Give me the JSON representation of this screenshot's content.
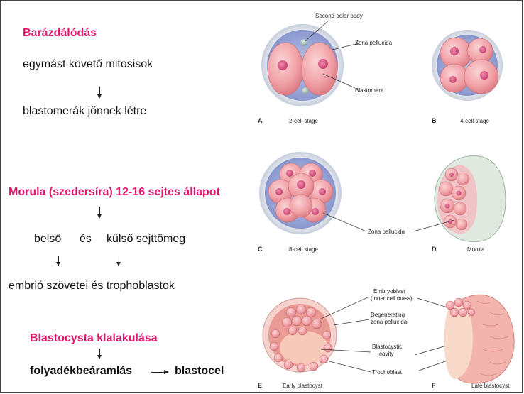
{
  "left": {
    "heading1": "Barázdálódás",
    "line1": "egymást követő mitosisok",
    "line2": "blastomerák jönnek létre",
    "heading2": "Morula  (szedersíra) 12-16 sejtes állapot",
    "inner": "belső",
    "and": "és",
    "outer": "külső sejttömeg",
    "line3": "embrió szövetei és trophoblastok",
    "heading3": "Blastocysta klalakulása",
    "flow_from": "folyadékbeáramlás",
    "flow_to": "blastocel"
  },
  "figure": {
    "labels": {
      "second_polar_body": "Second polar body",
      "zona_pellucida": "Zona pellucida",
      "blastomere": "Blastomere",
      "zona_pellucida_2": "Zona pellucida",
      "embryoblast": "Embryoblast",
      "inner_cell_mass": "(inner cell mass)",
      "degenerating": "Degenerating",
      "zona_pellucida_3": "zona pellucida",
      "blastocystic": "Blastocystic",
      "cavity": "cavity",
      "trophoblast": "Trophoblast"
    },
    "panels": {
      "a_letter": "A",
      "a_caption": "2-cell stage",
      "b_letter": "B",
      "b_caption": "4-cell stage",
      "c_letter": "C",
      "c_caption": "8-cell stage",
      "d_letter": "D",
      "d_caption": "Morula",
      "e_letter": "E",
      "e_caption": "Early blastocyst",
      "f_letter": "F",
      "f_caption": "Late blastocyst"
    }
  },
  "colors": {
    "accent": "#e0186e",
    "zona": "#9aa7d6",
    "cell": "#f1a3a8",
    "nucleus": "#dd5a86",
    "ring": "#cfd6e6"
  }
}
